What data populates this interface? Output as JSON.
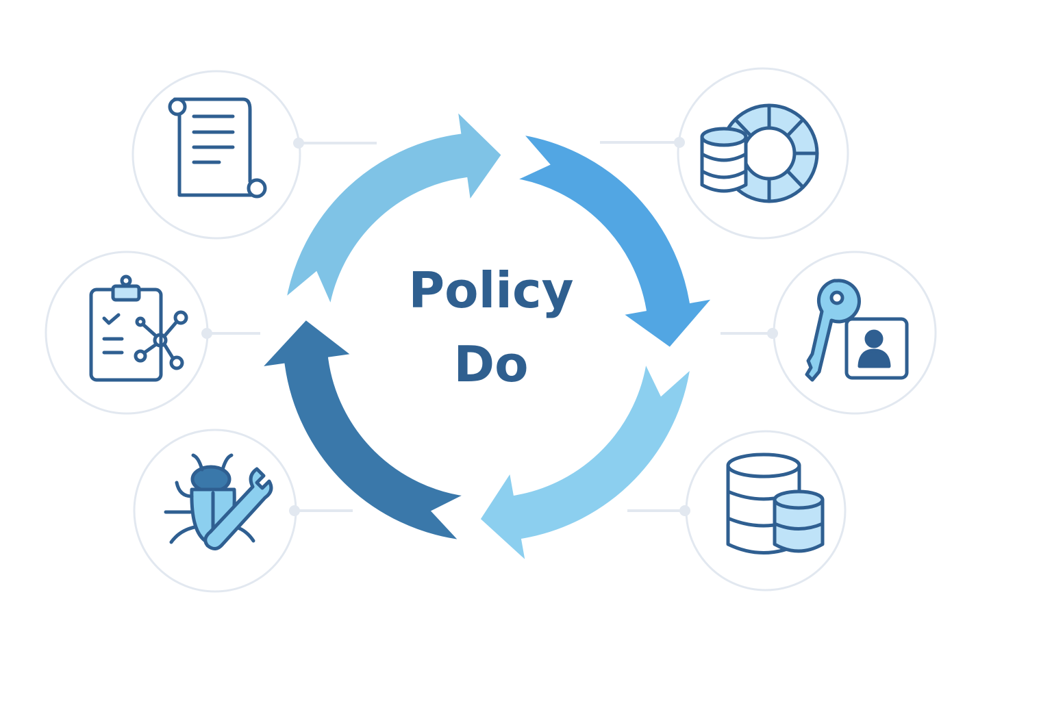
{
  "center": {
    "line1": "Policy",
    "line2": "Do"
  },
  "colors": {
    "arrow_top_left": "#7fc3e6",
    "arrow_top_right": "#52a6e3",
    "arrow_bottom_right": "#8ccfef",
    "arrow_bottom_left": "#3a78aa",
    "icon_stroke": "#2f5f91",
    "icon_fill": "#bfe3f8",
    "connector": "#e2e8f0"
  },
  "nodes": [
    {
      "icon": "policy-scroll-icon",
      "side": "left"
    },
    {
      "icon": "checklist-network-icon",
      "side": "left"
    },
    {
      "icon": "bug-wrench-icon",
      "side": "left"
    },
    {
      "icon": "database-dashboard-icon",
      "side": "right"
    },
    {
      "icon": "key-identity-icon",
      "side": "right"
    },
    {
      "icon": "databases-icon",
      "side": "right"
    }
  ]
}
